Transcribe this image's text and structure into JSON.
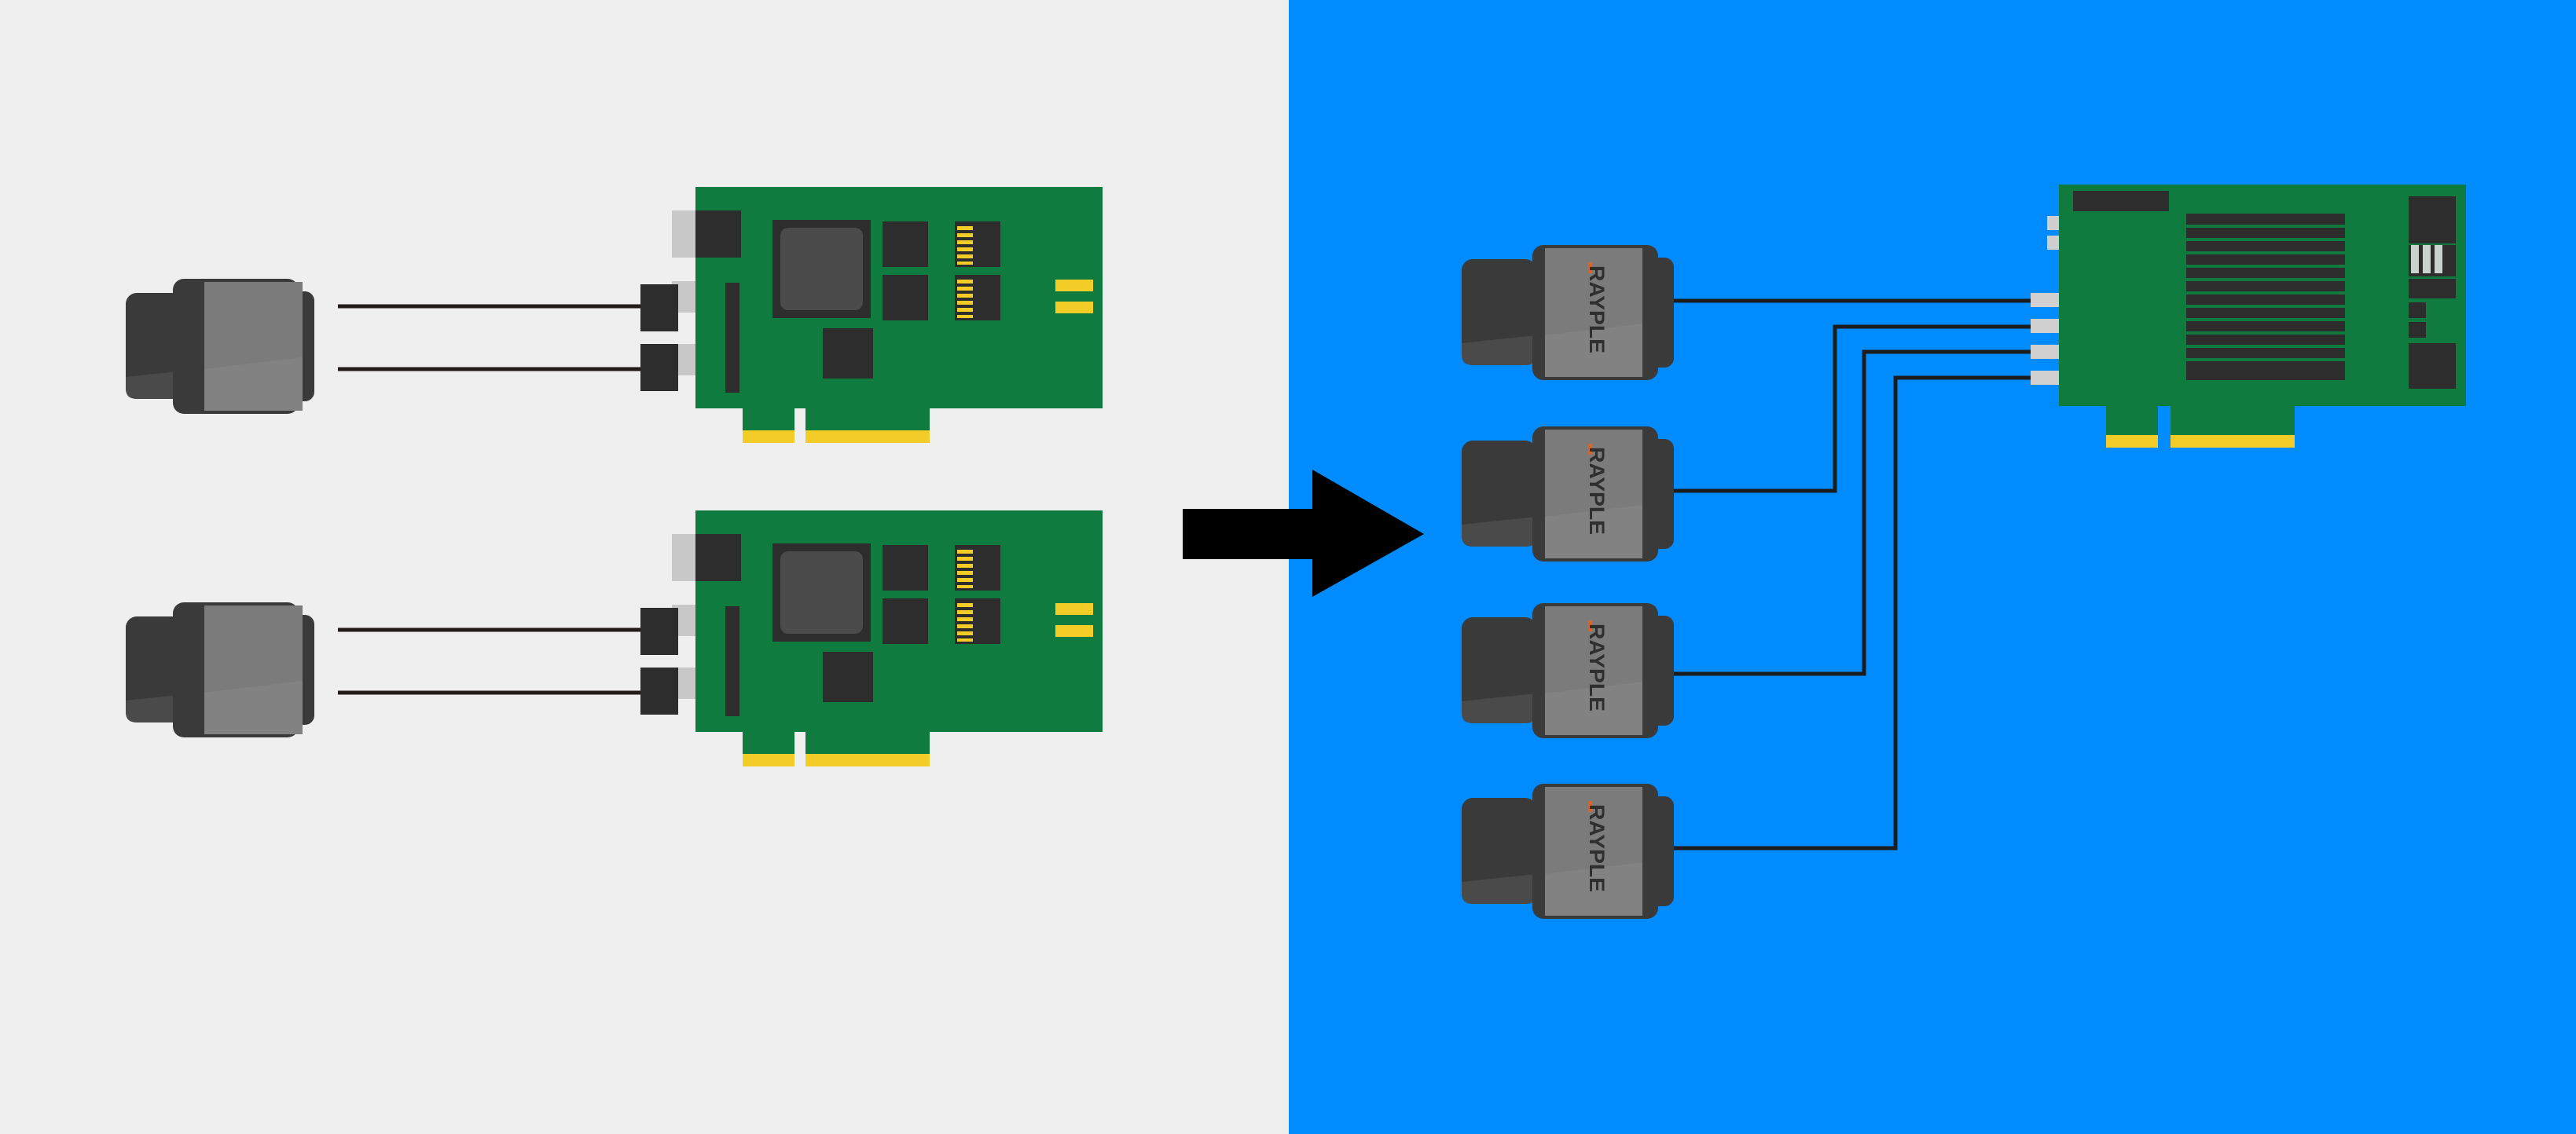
{
  "diagram": {
    "before_panel": {
      "setups": [
        {
          "camera_count": 1,
          "card_ports": 2
        },
        {
          "camera_count": 1,
          "card_ports": 2
        }
      ]
    },
    "after_panel": {
      "cameras": [
        {
          "brand": "RAYPLE"
        },
        {
          "brand": "RAYPLE"
        },
        {
          "brand": "RAYPLE"
        },
        {
          "brand": "RAYPLE"
        }
      ],
      "card_ports": 4
    },
    "colors": {
      "left_background": "#efefef",
      "right_background": "#008cff",
      "board_green": "#107b3f",
      "gold_contacts": "#f4cc28",
      "chip_dark": "#2d2d2d",
      "camera_dark": "#3a3a3a",
      "camera_light": "#808080",
      "brand_accent": "#e8601c",
      "arrow": "#000000"
    },
    "icons": [
      "camera-icon",
      "frame-grabber-card-icon",
      "arrow-right-icon"
    ]
  }
}
